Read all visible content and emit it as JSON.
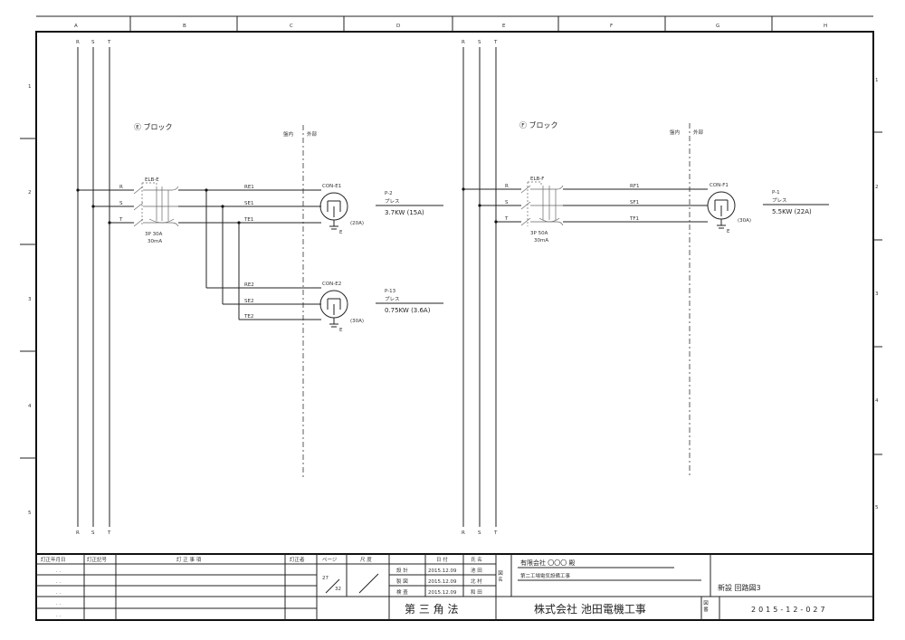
{
  "frame": {
    "columns": [
      "A",
      "B",
      "C",
      "D",
      "E",
      "F",
      "G",
      "H"
    ],
    "rows": [
      "1",
      "2",
      "3",
      "4",
      "5"
    ]
  },
  "bus_left": {
    "labels_top": [
      "R",
      "S",
      "T"
    ],
    "labels_bottom": [
      "R",
      "S",
      "T"
    ]
  },
  "bus_right": {
    "labels_top": [
      "R",
      "S",
      "T"
    ],
    "labels_bottom": [
      "R",
      "S",
      "T"
    ]
  },
  "block_e": {
    "title": "Ⓔ ブロック",
    "zone_inside": "盤内",
    "zone_outside": "外部",
    "phase_labels": [
      "R",
      "S",
      "T"
    ],
    "breaker": {
      "name": "ELB-E",
      "rating": "3P 30A",
      "sensitivity": "30mA"
    },
    "wires_1": [
      "RE1",
      "SE1",
      "TE1"
    ],
    "wires_2": [
      "RE2",
      "SE2",
      "TE2"
    ],
    "connector_1": {
      "name": "CON-E1",
      "rating": "(20A)",
      "ground": "E",
      "load_id": "P-2",
      "load_name": "プレス",
      "load_spec": "3.7KW (15A)"
    },
    "connector_2": {
      "name": "CON-E2",
      "rating": "(30A)",
      "ground": "E",
      "load_id": "P-13",
      "load_name": "プレス",
      "load_spec": "0.75KW (3.6A)"
    }
  },
  "block_f": {
    "title": "Ⓕ ブロック",
    "zone_inside": "盤内",
    "zone_outside": "外部",
    "phase_labels": [
      "R",
      "S",
      "T"
    ],
    "breaker": {
      "name": "ELB-F",
      "rating": "3P 50A",
      "sensitivity": "30mA"
    },
    "wires_1": [
      "RF1",
      "SF1",
      "TF1"
    ],
    "connector_1": {
      "name": "CON-F1",
      "rating": "(30A)",
      "ground": "E",
      "load_id": "P-1",
      "load_name": "プレス",
      "load_spec": "5.5KW (22A)"
    }
  },
  "title_block": {
    "revision_headers": [
      "訂正年月日",
      "訂正記号",
      "訂 正 事 項",
      "訂正者"
    ],
    "revision_dates": [
      ". .",
      ". .",
      ". .",
      ". .",
      ". ."
    ],
    "page_label": "ページ",
    "page_current": "27",
    "page_total": "32",
    "scale_label": "尺 度",
    "date_header": "日 付",
    "name_header": "氏 名",
    "approvals": [
      {
        "role": "設 計",
        "date": "2015.12.09",
        "name": "池 田"
      },
      {
        "role": "製 図",
        "date": "2015.12.09",
        "name": "北 村"
      },
      {
        "role": "検 査",
        "date": "2015.12.09",
        "name": "和 田"
      }
    ],
    "projection": "第 三 角 法",
    "drawing_name_label": "図 名",
    "client": "有限会社 〇〇〇 殿",
    "project": "第二工場電気設備工事",
    "drawing_title": "新設 回路図3",
    "company": "株式会社 池田電機工事",
    "drawing_number_label": "図 番",
    "drawing_number": "2015-12-027"
  }
}
